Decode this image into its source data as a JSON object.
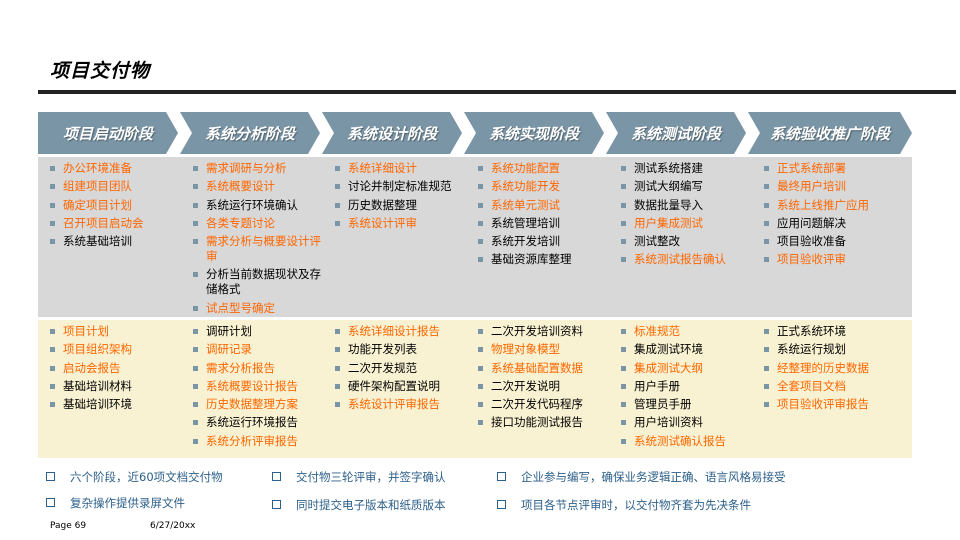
{
  "title": "项目交付物",
  "stages": [
    "项目启动阶段",
    "系统分析阶段",
    "系统设计阶段",
    "系统实现阶段",
    "系统测试阶段",
    "系统验收推广阶段"
  ],
  "activities": [
    [
      {
        "text": "办公环境准备",
        "highlight": true
      },
      {
        "text": "组建项目团队",
        "highlight": true
      },
      {
        "text": "确定项目计划",
        "highlight": true
      },
      {
        "text": "召开项目启动会",
        "highlight": true
      },
      {
        "text": "系统基础培训",
        "highlight": false
      }
    ],
    [
      {
        "text": "需求调研与分析",
        "highlight": true
      },
      {
        "text": "系统概要设计",
        "highlight": true
      },
      {
        "text": "系统运行环境确认",
        "highlight": false
      },
      {
        "text": "各类专题讨论",
        "highlight": true
      },
      {
        "text": "需求分析与概要设计评审",
        "highlight": true
      },
      {
        "text": "分析当前数据现状及存储格式",
        "highlight": false
      },
      {
        "text": "试点型号确定",
        "highlight": true
      }
    ],
    [
      {
        "text": "系统详细设计",
        "highlight": true
      },
      {
        "text": "讨论并制定标准规范",
        "highlight": false
      },
      {
        "text": "历史数据整理",
        "highlight": false
      },
      {
        "text": "系统设计评审",
        "highlight": true
      }
    ],
    [
      {
        "text": "系统功能配置",
        "highlight": true
      },
      {
        "text": "系统功能开发",
        "highlight": true
      },
      {
        "text": "系统单元测试",
        "highlight": true
      },
      {
        "text": "系统管理培训",
        "highlight": false
      },
      {
        "text": "系统开发培训",
        "highlight": false
      },
      {
        "text": "基础资源库整理",
        "highlight": false
      }
    ],
    [
      {
        "text": "测试系统搭建",
        "highlight": false
      },
      {
        "text": "测试大纲编写",
        "highlight": false
      },
      {
        "text": "数据批量导入",
        "highlight": false
      },
      {
        "text": "用户集成测试",
        "highlight": true
      },
      {
        "text": "测试整改",
        "highlight": false
      },
      {
        "text": "系统测试报告确认",
        "highlight": true
      }
    ],
    [
      {
        "text": "正式系统部署",
        "highlight": true
      },
      {
        "text": "最终用户培训",
        "highlight": true
      },
      {
        "text": "系统上线推广应用",
        "highlight": true
      },
      {
        "text": "应用问题解决",
        "highlight": false
      },
      {
        "text": "项目验收准备",
        "highlight": false
      },
      {
        "text": "项目验收评审",
        "highlight": true
      }
    ]
  ],
  "deliverables": [
    [
      {
        "text": "项目计划",
        "highlight": true
      },
      {
        "text": "项目组织架构",
        "highlight": true
      },
      {
        "text": "启动会报告",
        "highlight": true
      },
      {
        "text": "基础培训材料",
        "highlight": false
      },
      {
        "text": "基础培训环境",
        "highlight": false
      }
    ],
    [
      {
        "text": "调研计划",
        "highlight": false
      },
      {
        "text": "调研记录",
        "highlight": true
      },
      {
        "text": "需求分析报告",
        "highlight": true
      },
      {
        "text": "系统概要设计报告",
        "highlight": true
      },
      {
        "text": "历史数据整理方案",
        "highlight": true
      },
      {
        "text": "系统运行环境报告",
        "highlight": false
      },
      {
        "text": "系统分析评审报告",
        "highlight": true
      }
    ],
    [
      {
        "text": "系统详细设计报告",
        "highlight": true
      },
      {
        "text": "功能开发列表",
        "highlight": false
      },
      {
        "text": "二次开发规范",
        "highlight": false
      },
      {
        "text": "硬件架构配置说明",
        "highlight": false
      },
      {
        "text": "系统设计评审报告",
        "highlight": true
      }
    ],
    [
      {
        "text": "二次开发培训资料",
        "highlight": false
      },
      {
        "text": "物理对象模型",
        "highlight": true
      },
      {
        "text": "系统基础配置数据",
        "highlight": true
      },
      {
        "text": "二次开发说明",
        "highlight": false
      },
      {
        "text": "二次开发代码程序",
        "highlight": false
      },
      {
        "text": "接口功能测试报告",
        "highlight": false
      }
    ],
    [
      {
        "text": "标准规范",
        "highlight": true
      },
      {
        "text": "集成测试环境",
        "highlight": false
      },
      {
        "text": "集成测试大纲",
        "highlight": true
      },
      {
        "text": "用户手册",
        "highlight": false
      },
      {
        "text": "管理员手册",
        "highlight": false
      },
      {
        "text": "用户培训资料",
        "highlight": false
      },
      {
        "text": "系统测试确认报告",
        "highlight": true
      }
    ],
    [
      {
        "text": "正式系统环境",
        "highlight": false
      },
      {
        "text": "系统运行规划",
        "highlight": false
      },
      {
        "text": "经整理的历史数据",
        "highlight": true
      },
      {
        "text": "全套项目文档",
        "highlight": true
      },
      {
        "text": "项目验收评审报告",
        "highlight": true
      }
    ]
  ],
  "notes": [
    "六个阶段，近60项文档交付物",
    "交付物三轮评审，并签字确认",
    "企业参与编写，确保业务逻辑正确、语言风格易接受",
    "复杂操作提供录屏文件",
    "同时提交电子版本和纸质版本",
    "项目各节点评审时，以交付物齐套为先决条件"
  ],
  "footer": {
    "page": "Page 69",
    "date": "6/27/20xx"
  },
  "colors": {
    "chevron": "#7a95a6",
    "highlight": "#ff6600",
    "note": "#2c5f8a",
    "activity_bg": "#d8d8d8",
    "deliverable_bg": "#f8f2d2"
  }
}
